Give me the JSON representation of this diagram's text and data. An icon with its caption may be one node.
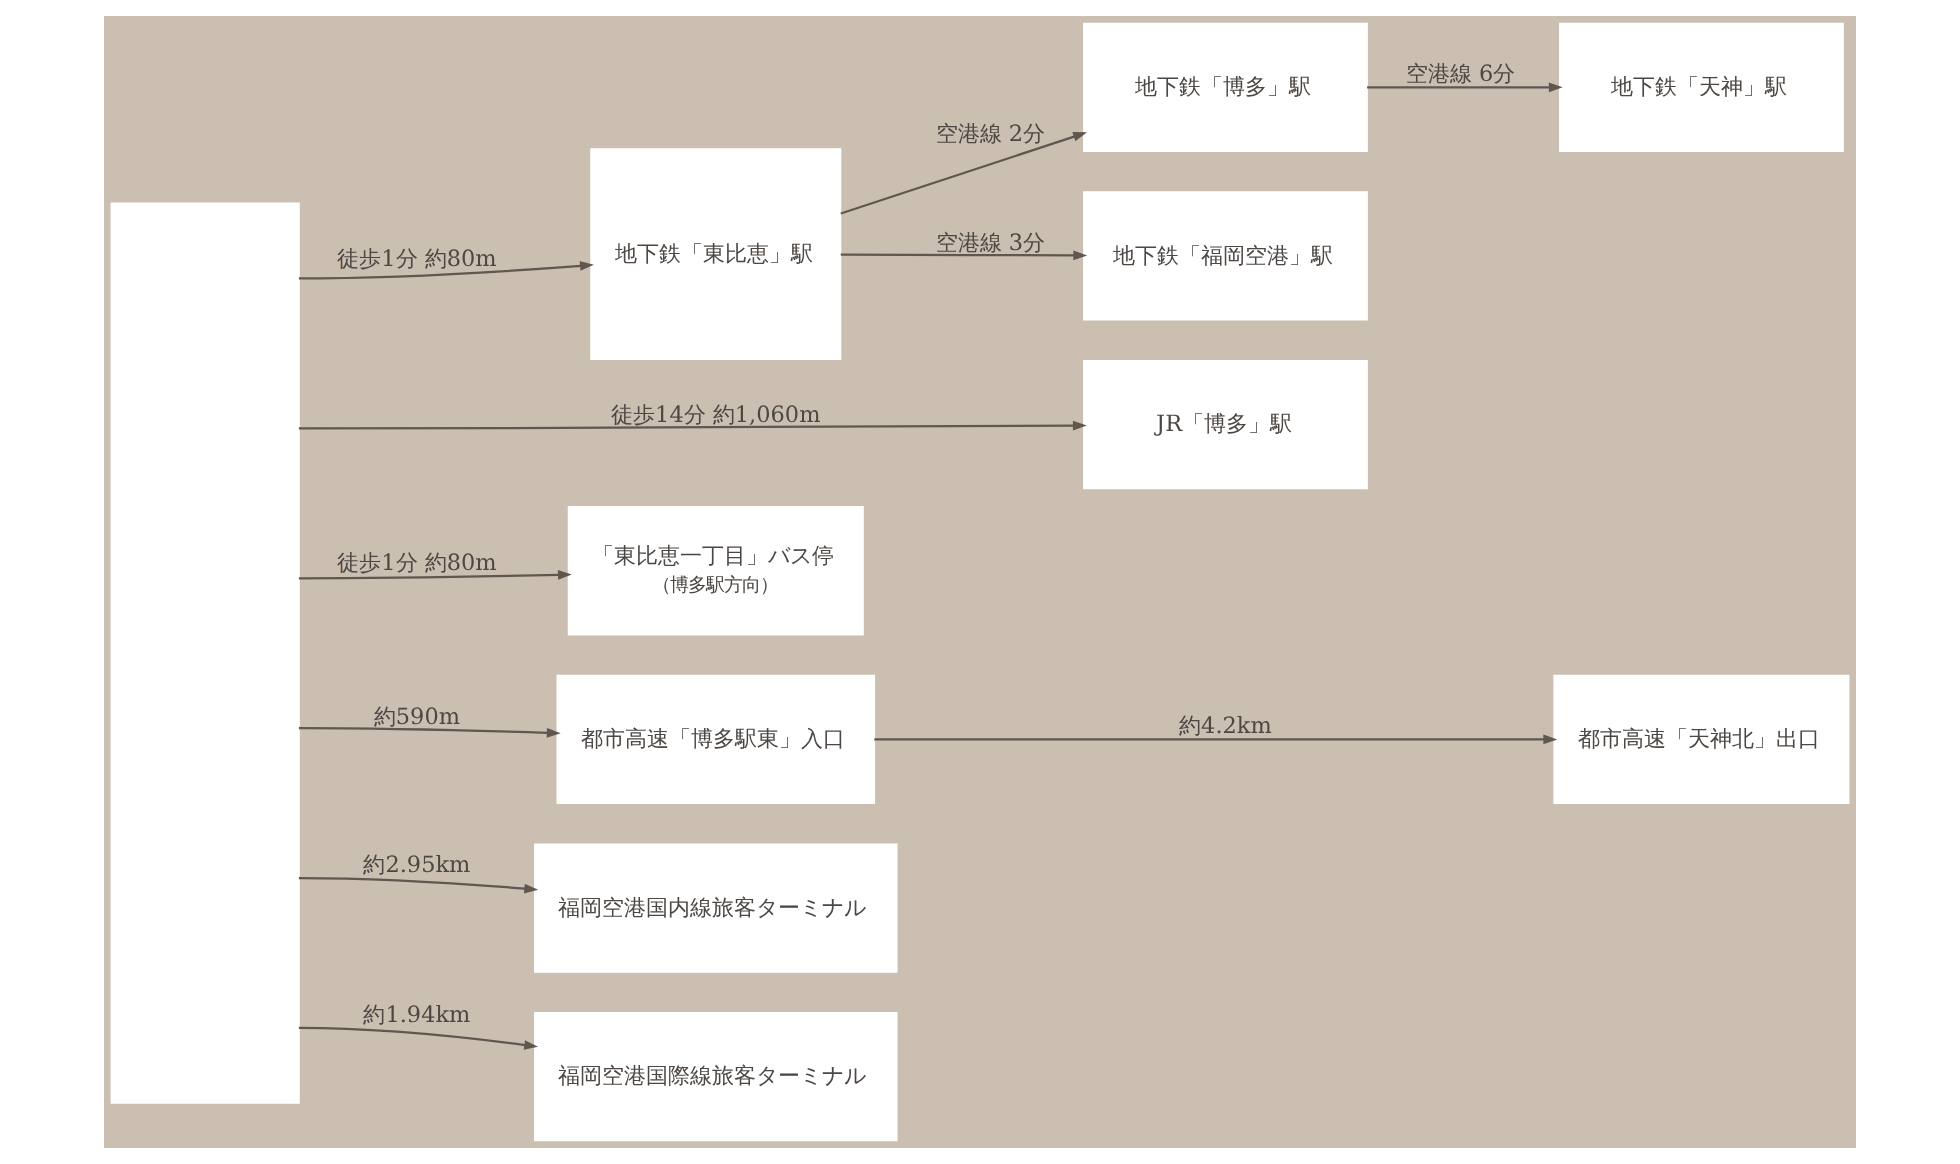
{
  "diagram": {
    "nodes": [
      {
        "text": [],
        "shape": "box"
      },
      {
        "text": [
          "地下鉄「東比恵」駅"
        ]
      },
      {
        "text": [
          "地下鉄「博多」駅"
        ]
      },
      {
        "text": [
          "地下鉄「天神」駅"
        ]
      },
      {
        "text": [
          "地下鉄「福岡空港」駅"
        ]
      },
      {
        "text": [
          "JR「博多」駅"
        ]
      },
      {
        "text": [
          "「東比恵一丁目」バス停",
          "（博多駅方向）"
        ]
      },
      {
        "text": [
          "都市高速「博多駅東」入口"
        ]
      },
      {
        "text": [
          "都市高速「天神北」出口"
        ]
      },
      {
        "text": [
          "福岡空港国内線旅客ターミナル"
        ]
      },
      {
        "text": [
          "福岡空港国際線旅客ターミナル"
        ]
      }
    ],
    "edges": [
      {
        "from": 0,
        "to": 1,
        "arrow": "to",
        "label": "徒歩1分 約80m"
      },
      {
        "from": 1,
        "to": 2,
        "arrow": "to",
        "label": "空港線 2分"
      },
      {
        "from": 2,
        "to": 3,
        "arrow": "to",
        "label": "空港線 6分"
      },
      {
        "from": 1,
        "to": 4,
        "arrow": "to",
        "label": "空港線 3分"
      },
      {
        "from": 0,
        "to": 5,
        "arrow": "to",
        "label": "徒歩14分 約1,060m"
      },
      {
        "from": 0,
        "to": 6,
        "arrow": "to",
        "label": "徒歩1分 約80m"
      },
      {
        "from": 0,
        "to": 7,
        "arrow": "to",
        "label": "約590m"
      },
      {
        "from": 7,
        "to": 8,
        "arrow": "to",
        "label": "約4.2km"
      },
      {
        "from": 0,
        "to": 9,
        "arrow": "to",
        "label": "約2.95km"
      },
      {
        "from": 0,
        "to": 10,
        "arrow": "to",
        "label": "約1.94km"
      }
    ]
  }
}
